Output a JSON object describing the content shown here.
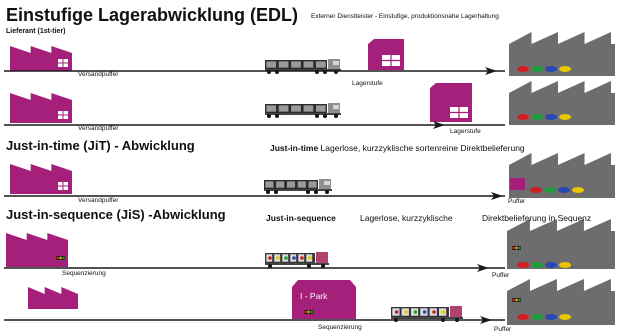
{
  "title": "Einstufige Lagerabwicklung (EDL)",
  "title_note": "Externer Dienstleister - Einstufige, produktionsnahe Lagerhaltung",
  "supplier_label": "Lieferant (1st-tier)",
  "sections": {
    "jit": {
      "title": "Just-in-time (JiT) - Abwicklung",
      "lead": "Just-in-time",
      "desc": "Lagerlose, kurzzyklische sortenreine Direktbelieferung"
    },
    "jis": {
      "title": "Just-in-sequence (JiS) -Abwicklung",
      "lead": "Just-in-sequence",
      "desc": "Lagerlose, kurzzyklische",
      "desc2": "Direktbelieferung in Sequenz"
    }
  },
  "labels": {
    "versandpuffer": "Versandpuffer",
    "lagerstufe": "Lagerstufe",
    "puffer": "Puffer",
    "sequenzierung": "Sequenzierung",
    "ipark": "I - Park"
  },
  "colors": {
    "supplier": "#a4207a",
    "factory": "#6d6d6d",
    "warehouse_window": "#ffffff",
    "line": "#1a1a1a",
    "cars": [
      "#d21d24",
      "#1f9c3a",
      "#2a47b8",
      "#e8c600"
    ]
  },
  "icons": [
    "supplier-factory-icon",
    "truck-icon",
    "warehouse-icon",
    "oem-factory-icon",
    "arrow-icon",
    "car-icon",
    "signal-icon"
  ]
}
